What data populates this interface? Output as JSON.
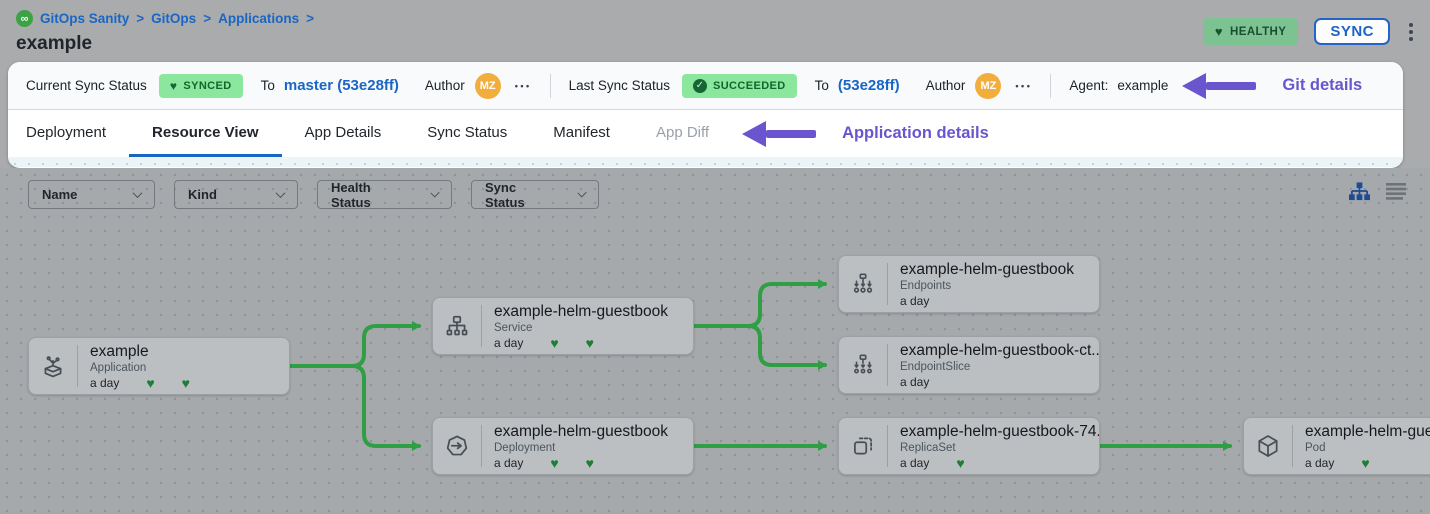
{
  "colors": {
    "accent_blue": "#1a66c4",
    "annotation_purple": "#6a55cf",
    "connector_green": "#2f9e44",
    "heart_green": "#1e7e34",
    "badge_green_bg": "#8be79e",
    "badge_green_text": "#13652c",
    "healthy_badge_bg": "#7dc392",
    "avatar_orange": "#f2ae3d",
    "canvas_gray": "#a6a9ab",
    "tab_underline_blue": "#1766c2"
  },
  "icons": {
    "heart": "♥",
    "check": "✓",
    "gitops": "∞",
    "ellipsis": "•••"
  },
  "breadcrumb": {
    "separator": ">",
    "items": [
      {
        "label": "GitOps Sanity"
      },
      {
        "label": "GitOps"
      },
      {
        "label": "Applications"
      }
    ],
    "title": "example"
  },
  "header": {
    "health_label": "HEALTHY",
    "sync_label": "SYNC"
  },
  "status_bar": {
    "current_label": "Current Sync Status",
    "current_badge": "SYNCED",
    "current_to": "To",
    "current_ref": "master (53e28ff)",
    "current_author_label": "Author",
    "current_avatar": "MZ",
    "last_label": "Last Sync Status",
    "last_badge": "SUCCEEDED",
    "last_to": "To",
    "last_ref": "(53e28ff)",
    "last_author_label": "Author",
    "last_avatar": "MZ",
    "agent_label": "Agent:",
    "agent_value": "example",
    "annotation": "Git details"
  },
  "tabs": {
    "annotation": "Application details",
    "items": [
      {
        "label": "Deployment"
      },
      {
        "label": "Resource View"
      },
      {
        "label": "App Details"
      },
      {
        "label": "Sync Status"
      },
      {
        "label": "Manifest"
      },
      {
        "label": "App Diff"
      }
    ]
  },
  "filters": {
    "items": [
      {
        "label": "Name"
      },
      {
        "label": "Kind"
      },
      {
        "label": "Health Status"
      },
      {
        "label": "Sync Status"
      }
    ]
  },
  "tree": {
    "nodes": [
      {
        "title": "example",
        "kind": "Application",
        "age": "a day",
        "hearts": 2
      },
      {
        "title": "example-helm-guestbook",
        "kind": "Service",
        "age": "a day",
        "hearts": 2
      },
      {
        "title": "example-helm-guestbook",
        "kind": "Deployment",
        "age": "a day",
        "hearts": 2
      },
      {
        "title": "example-helm-guestbook",
        "kind": "Endpoints",
        "age": "a day",
        "hearts": 0
      },
      {
        "title": "example-helm-guestbook-ct...",
        "kind": "EndpointSlice",
        "age": "a day",
        "hearts": 0
      },
      {
        "title": "example-helm-guestbook-74...",
        "kind": "ReplicaSet",
        "age": "a day",
        "hearts": 1
      },
      {
        "title": "example-helm-guestbook",
        "kind": "Pod",
        "age": "a day",
        "hearts": 1
      }
    ]
  }
}
